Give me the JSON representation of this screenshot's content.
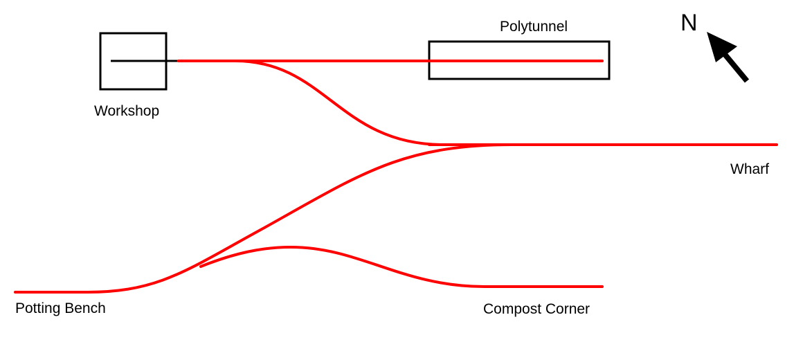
{
  "labels": {
    "workshop": "Workshop",
    "polytunnel": "Polytunnel",
    "north": "N",
    "wharf": "Wharf",
    "potting_bench": "Potting Bench",
    "compost_corner": "Compost Corner"
  },
  "colors": {
    "track": "#ff0000",
    "building": "#000000"
  }
}
